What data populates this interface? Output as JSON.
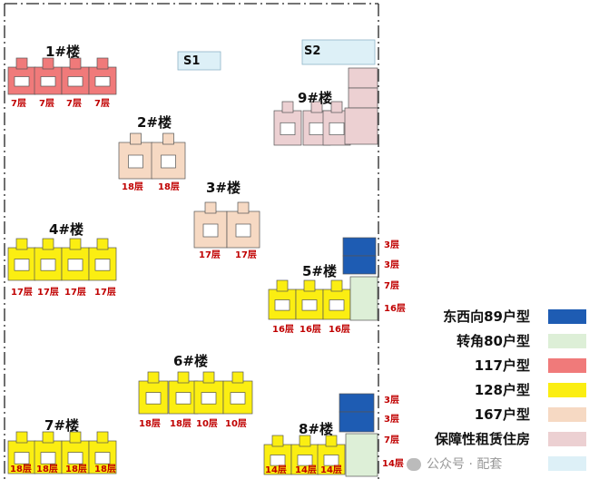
{
  "colors": {
    "dongxi89": "#1e5cb3",
    "zhuanjiao80": "#ddefd7",
    "t117": "#f07a7a",
    "t128": "#fbee12",
    "t167": "#f6d9c3",
    "rental": "#ecd0d2",
    "plaza": "#ddf0f7"
  },
  "plazas": {
    "s1": "S1",
    "s2": "S2"
  },
  "buildings": {
    "b1": {
      "name": "1#楼",
      "floors": [
        "7层",
        "7层",
        "7层",
        "7层"
      ]
    },
    "b2": {
      "name": "2#楼",
      "floors": [
        "18层",
        "18层"
      ]
    },
    "b3": {
      "name": "3#楼",
      "floors": [
        "17层",
        "17层"
      ]
    },
    "b4": {
      "name": "4#楼",
      "floors": [
        "17层",
        "17层",
        "17层",
        "17层"
      ]
    },
    "b5": {
      "name": "5#楼",
      "floors": [
        "16层",
        "16层",
        "16层"
      ],
      "side_floors": [
        "3层",
        "3层",
        "7层",
        "16层"
      ]
    },
    "b6": {
      "name": "6#楼",
      "floors": [
        "18层",
        "18层",
        "10层",
        "10层"
      ]
    },
    "b7": {
      "name": "7#楼",
      "floors": [
        "18层",
        "18层",
        "18层",
        "18层"
      ]
    },
    "b8": {
      "name": "8#楼",
      "floors": [
        "14层",
        "14层",
        "14层"
      ],
      "side_floors": [
        "3层",
        "3层",
        "7层",
        "14层"
      ]
    },
    "b9": {
      "name": "9#楼"
    }
  },
  "legend": [
    {
      "label": "东西向89户型",
      "color_key": "dongxi89"
    },
    {
      "label": "转角80户型",
      "color_key": "zhuanjiao80"
    },
    {
      "label": "117户型",
      "color_key": "t117"
    },
    {
      "label": "128户型",
      "color_key": "t128"
    },
    {
      "label": "167户型",
      "color_key": "t167"
    },
    {
      "label": "保障性租赁住房",
      "color_key": "rental"
    }
  ],
  "watermark": "公众号 · 配套"
}
